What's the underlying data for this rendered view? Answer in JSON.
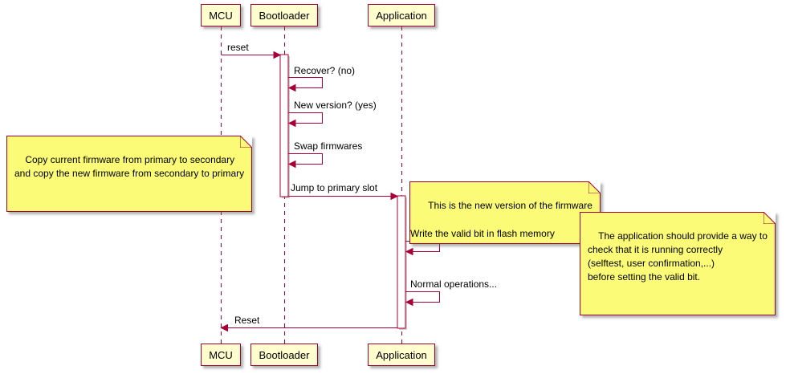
{
  "diagram": {
    "type": "sequence-diagram",
    "participants": [
      {
        "id": "mcu",
        "label": "MCU"
      },
      {
        "id": "bootloader",
        "label": "Bootloader"
      },
      {
        "id": "application",
        "label": "Application"
      }
    ],
    "messages": [
      {
        "label": "reset",
        "from": "MCU",
        "to": "Bootloader"
      },
      {
        "label": "Recover? (no)",
        "from": "Bootloader",
        "to": "Bootloader"
      },
      {
        "label": "New version? (yes)",
        "from": "Bootloader",
        "to": "Bootloader"
      },
      {
        "label": "Swap firmwares",
        "from": "Bootloader",
        "to": "Bootloader"
      },
      {
        "label": "Jump to primary slot",
        "from": "Bootloader",
        "to": "Application"
      },
      {
        "label": "Write the valid bit in flash memory",
        "from": "Application",
        "to": "Application"
      },
      {
        "label": "Normal operations...",
        "from": "Application",
        "to": "Application"
      },
      {
        "label": "Reset",
        "from": "Application",
        "to": "MCU"
      }
    ],
    "notes": [
      {
        "text": "Copy current firmware from primary to secondary\nand copy the new firmware from secondary to primary"
      },
      {
        "text": "This is the new version of the firmware"
      },
      {
        "text": "The application should provide a way to\ncheck that it is running correctly\n(selftest, user confirmation,...)\nbefore setting the valid bit."
      }
    ],
    "colors": {
      "border": "#A80036",
      "participant_fill": "#FEFECE",
      "note_fill": "#FBFB77",
      "arrow": "#A80036",
      "background": "#FFFFFF"
    }
  }
}
